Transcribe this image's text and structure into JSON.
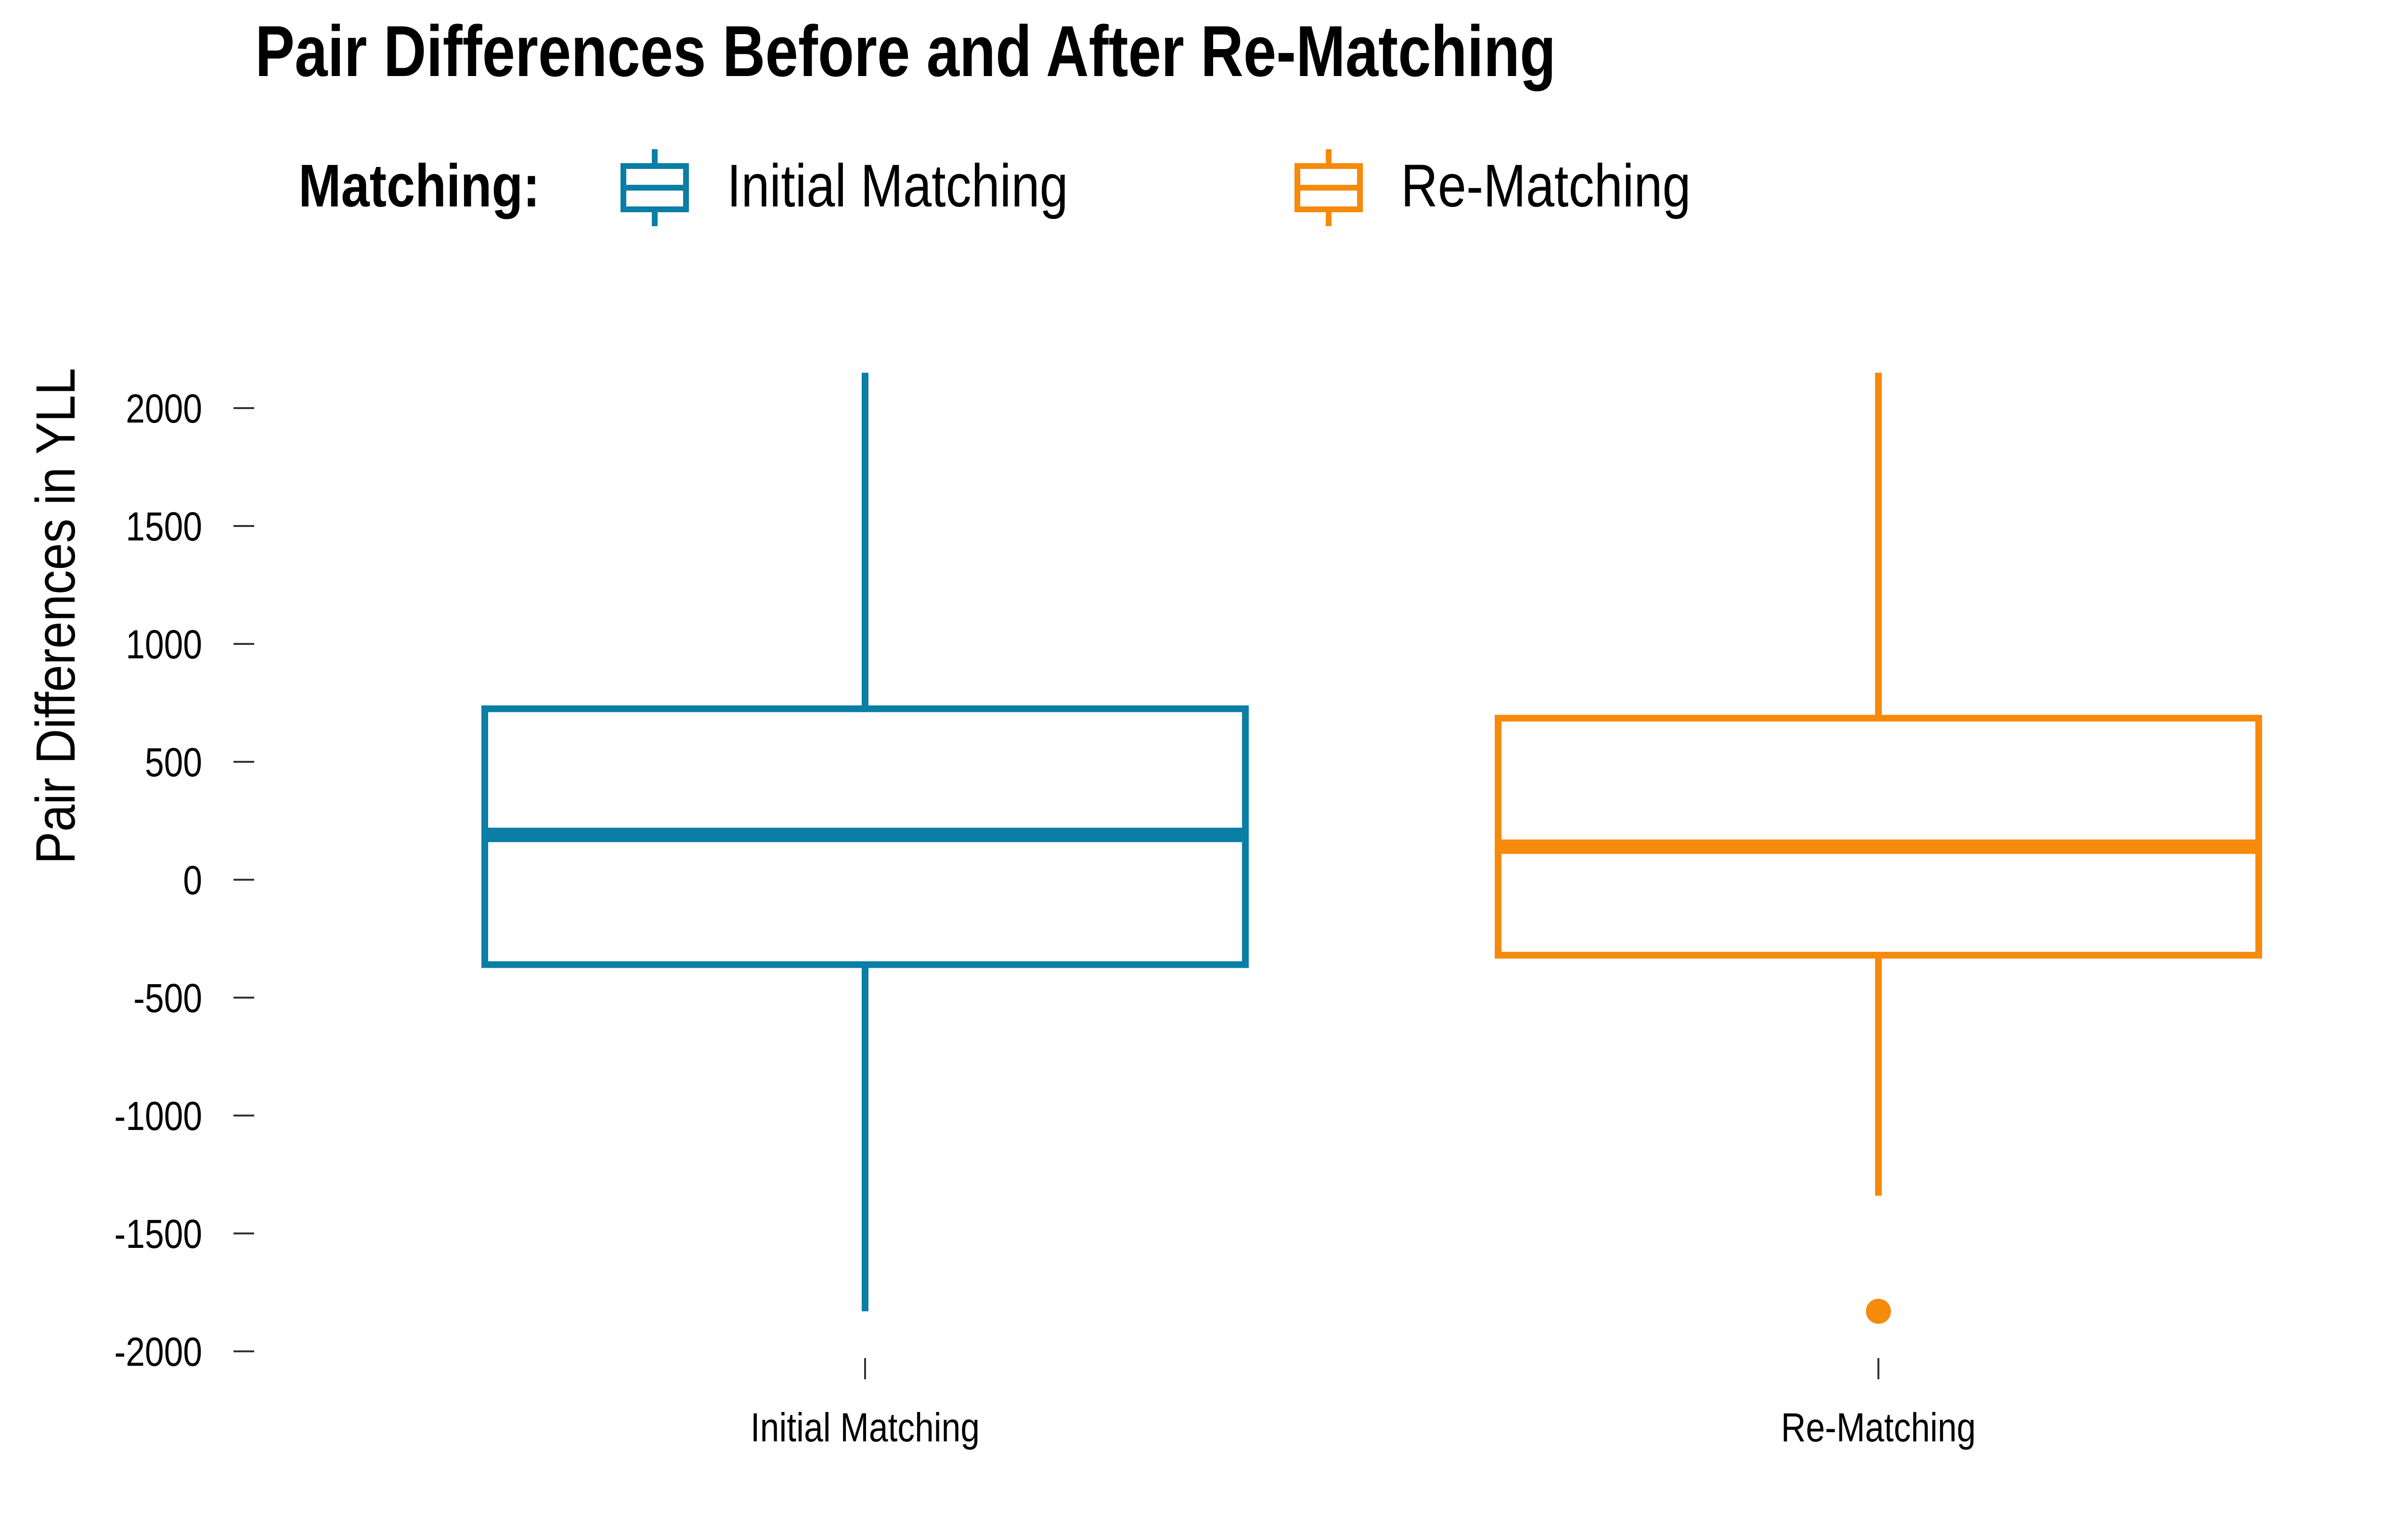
{
  "chart_data": {
    "type": "boxplot",
    "title": "Pair Differences Before and After Re-Matching",
    "ylabel": "Pair Differences in YLL",
    "xlabel": "",
    "categories": [
      "Initial Matching",
      "Re-Matching"
    ],
    "y_ticks": [
      2000,
      1500,
      1000,
      500,
      0,
      -500,
      -1000,
      -1500,
      -2000
    ],
    "ylim": [
      -2000,
      2000
    ],
    "grid": false,
    "legend": {
      "title": "Matching:",
      "placement": "top",
      "entries": [
        "Initial Matching",
        "Re-Matching"
      ]
    },
    "series": [
      {
        "name": "Initial Matching",
        "color": "#0a7ea4",
        "whisker_low": -1830,
        "q1": -360,
        "median": 190,
        "q3": 725,
        "whisker_high": 2150,
        "outliers": []
      },
      {
        "name": "Re-Matching",
        "color": "#f58a0b",
        "whisker_low": -1340,
        "q1": -320,
        "median": 140,
        "q3": 685,
        "whisker_high": 2150,
        "outliers": [
          -1830
        ]
      }
    ]
  }
}
